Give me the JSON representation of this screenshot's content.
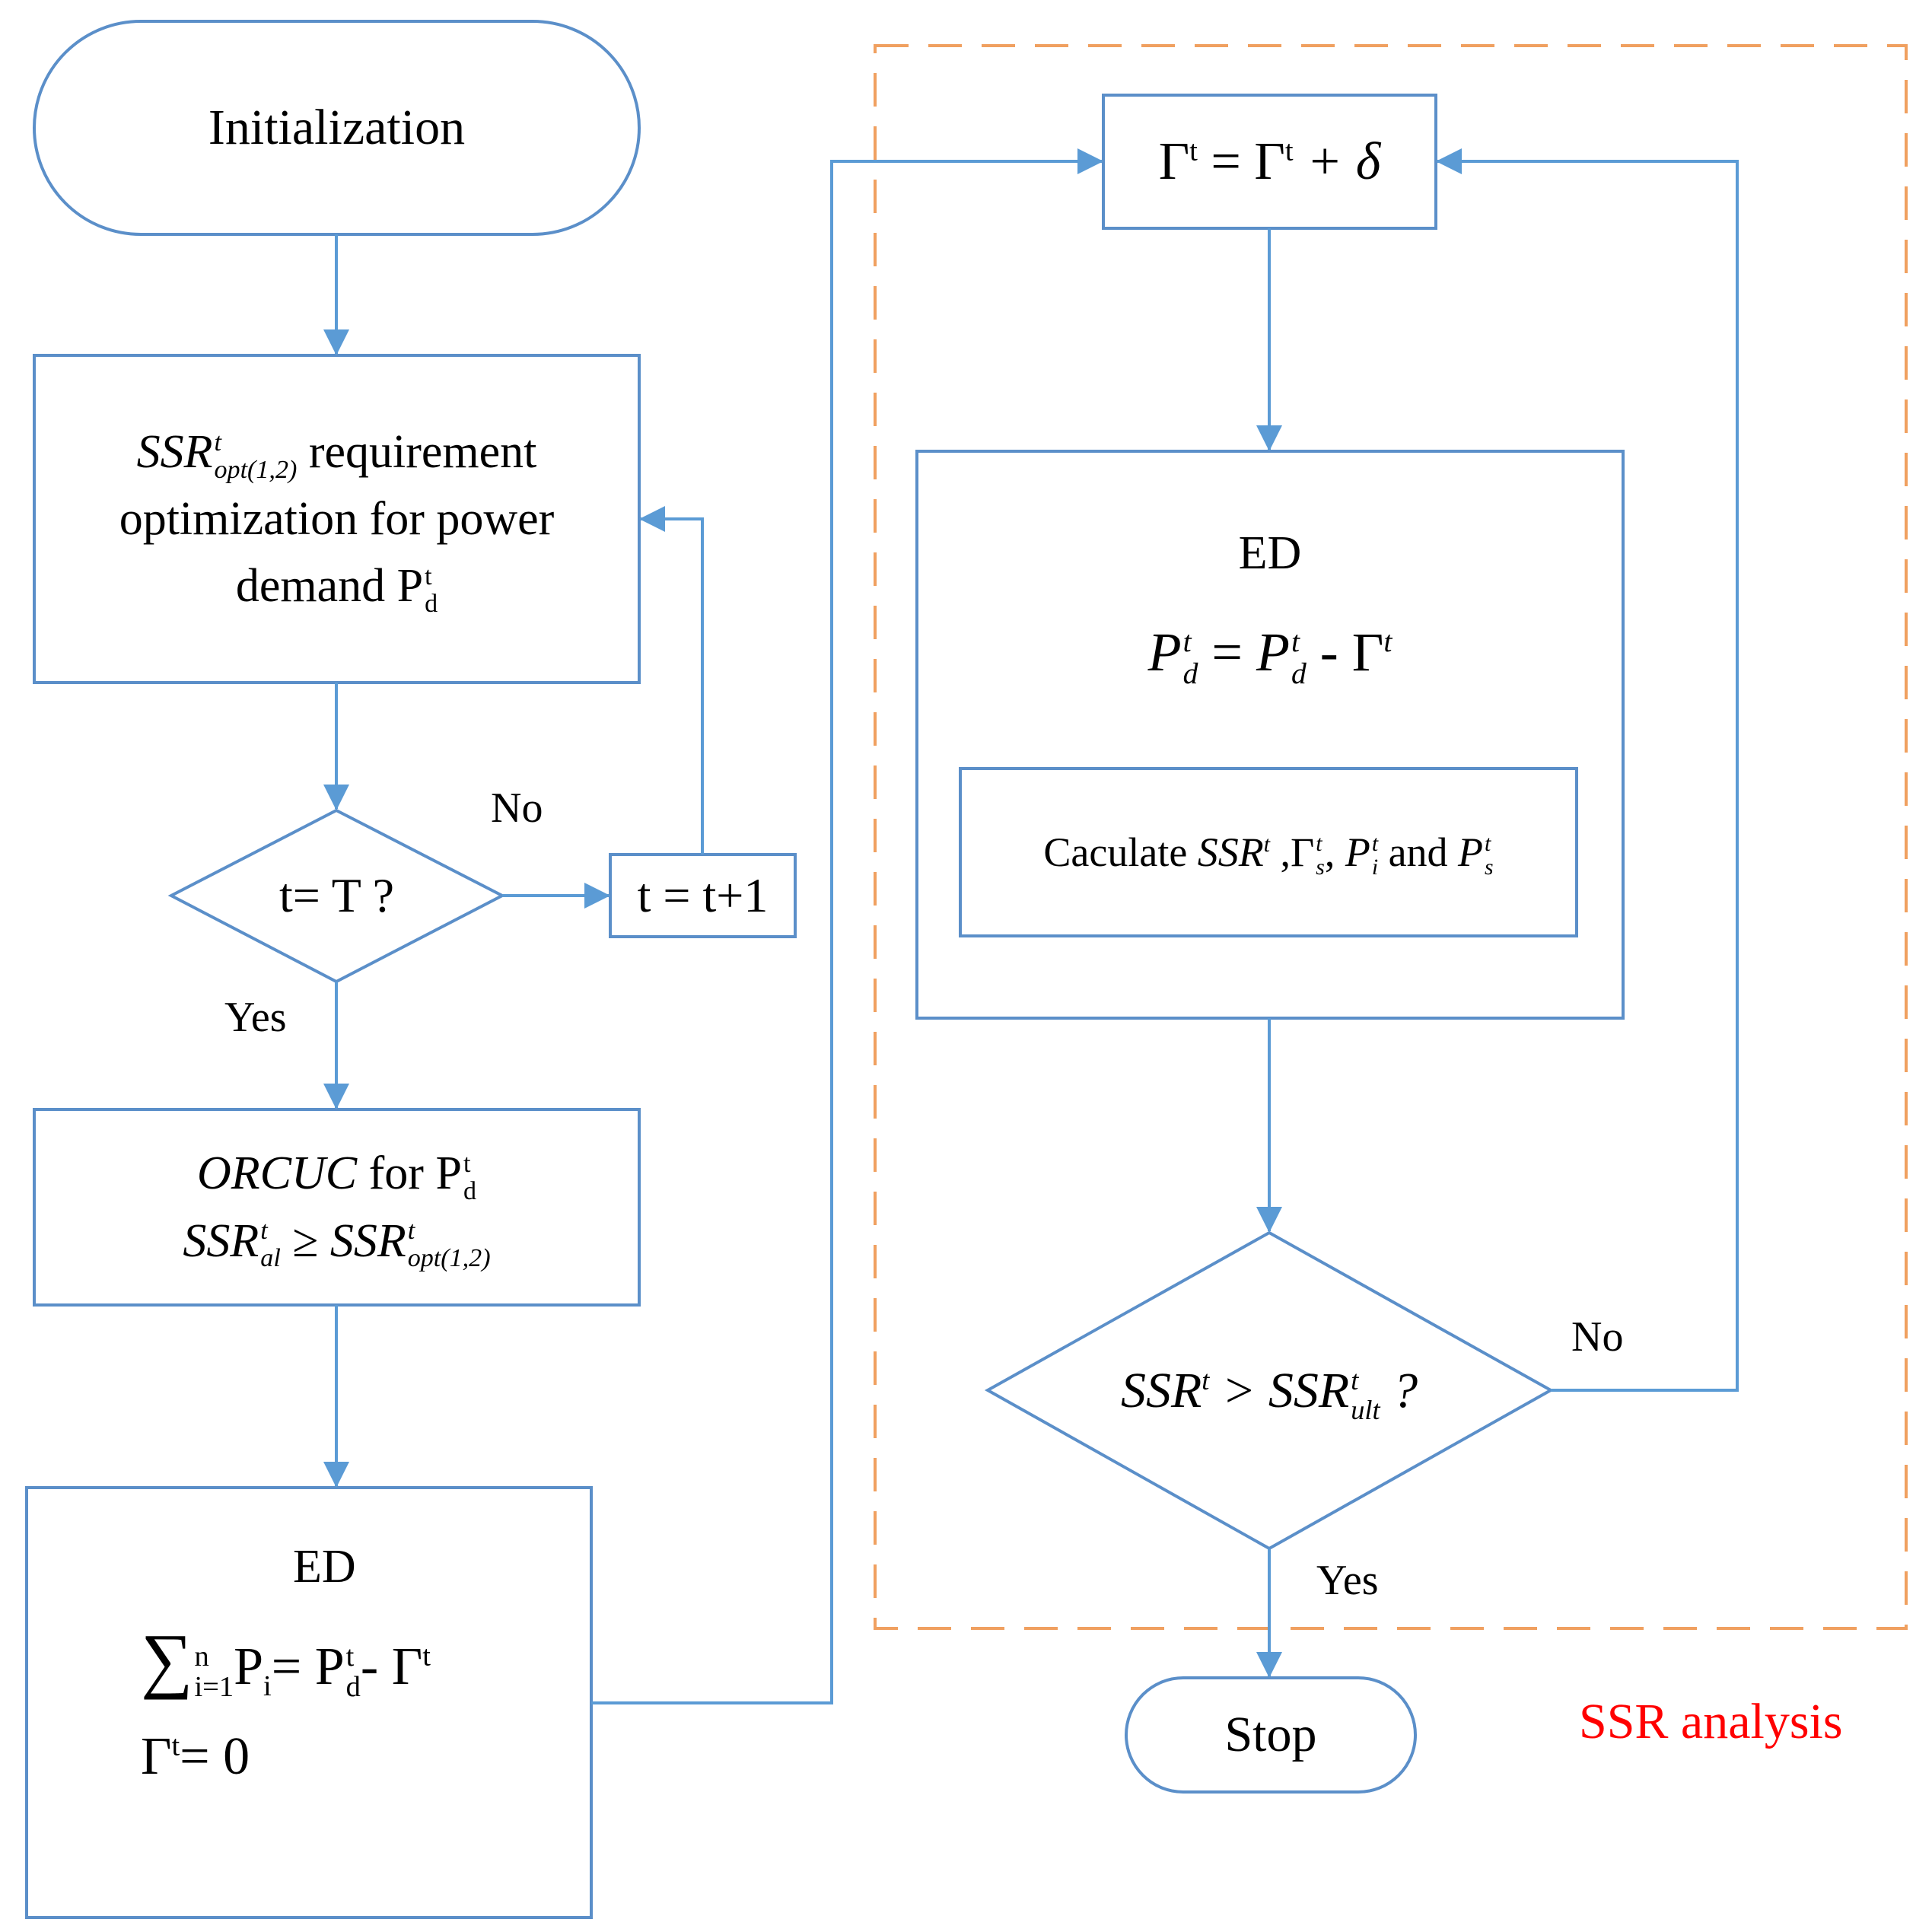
{
  "nodes": {
    "initialization": {
      "text": "Initialization"
    },
    "ssr_opt": {
      "symbol": "SSR",
      "sup": "t",
      "sub": "opt(1,2)",
      "line1_rest": " requirement",
      "line2": "optimization for power",
      "line3": "demand P",
      "line3_sub": "d",
      "line3_sup": "t"
    },
    "check_t": {
      "text": "t= T ?"
    },
    "increment": {
      "text": "t = t+1"
    },
    "orcuc": {
      "line1_italic": "ORCUC",
      "line1_rest": " for P",
      "line1_sub": "d",
      "line1_sup": "t",
      "lhs": "SSR",
      "lhs_sup": "t",
      "lhs_sub": "al",
      "op": " ≥ ",
      "rhs": "SSR",
      "rhs_sup": "t",
      "rhs_sub": "opt(1,2)"
    },
    "ed_initial": {
      "title": "ED",
      "sum": "∑",
      "sum_upper": "n",
      "sum_lower": "i=1",
      "p": "P",
      "p_sub": "i",
      "eq": "= P",
      "eq_sub": "d",
      "eq_sup": "t",
      "minus": "- Γ",
      "minus_sup": "t",
      "gamma_init": "Γ",
      "gamma_init_sup": "t",
      "gamma_init_rest": "= 0"
    },
    "gamma_update": {
      "g1": "Γ",
      "g1_sup": "t",
      "mid": " = Γ",
      "g2_sup": "t",
      "plus": " + δ"
    },
    "ed_loop": {
      "title": "ED",
      "lhs": "P",
      "lhs_sup": "t",
      "lhs_sub": "d",
      "eq": " = ",
      "rhs": "P",
      "rhs_sup": "t",
      "rhs_sub": "d",
      "minus": " - Γ",
      "minus_sup": "t"
    },
    "calculate": {
      "prefix": "Caculate ",
      "ssr": "SSR",
      "ssr_sup": "t",
      "comma1": " ,Γ",
      "gs_sup": "t",
      "gs_sub": "s",
      "comma2": ", ",
      "pi": "P",
      "pi_sup": "t",
      "pi_sub": "i",
      "and": " and ",
      "ps": "P",
      "ps_sup": "t",
      "ps_sub": "s"
    },
    "check_ssr": {
      "lhs": "SSR",
      "lhs_sup": "t",
      "op": " > ",
      "rhs": "SSR",
      "rhs_sup": "t",
      "rhs_sub": "ult",
      "q": " ?"
    },
    "stop": {
      "text": "Stop"
    }
  },
  "edge_labels": {
    "no_t": "No",
    "yes_t": "Yes",
    "no_ssr": "No",
    "yes_ssr": "Yes"
  },
  "region_label": "SSR analysis",
  "colors": {
    "stroke": "#5b8fc9",
    "arrow": "#5b9bd5",
    "region_border": "#f0a060",
    "region_label": "#ff0000",
    "text": "#000000"
  }
}
